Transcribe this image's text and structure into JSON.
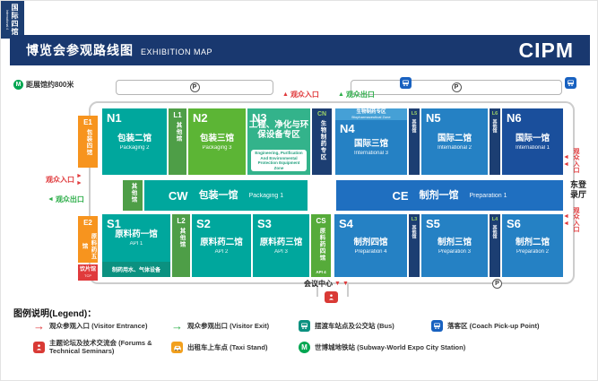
{
  "header": {
    "title_zh": "博览会参观路线图",
    "title_en": "EXHIBITION MAP",
    "logo": "CIPM"
  },
  "top": {
    "metro_note": "距展馆约800米"
  },
  "icons": {
    "parking": "P",
    "metro": "M"
  },
  "halls": {
    "E1": {
      "id": "E1",
      "zh": "包装四馆"
    },
    "E2": {
      "id": "E2",
      "zh": "原料药五馆"
    },
    "TCP": {
      "zh": "饮片馆",
      "en": "TCP"
    },
    "N1": {
      "id": "N1",
      "zh": "包装二馆",
      "en": "Packaging 2"
    },
    "L1": {
      "id": "L1",
      "zh": "其他馆"
    },
    "N2": {
      "id": "N2",
      "zh": "包装三馆",
      "en": "Packaging 3"
    },
    "N3": {
      "id": "N3",
      "zh": "工程、净化与环保设备专区",
      "en": "Engineering, Purification And Environmental Protection Equipment Zone"
    },
    "CN": {
      "id": "CN",
      "zh": "生物制药专区"
    },
    "N4": {
      "id": "N4",
      "zh": "国际三馆",
      "en": "International 3",
      "band_zh": "生物制药专区",
      "band_en": "Biopharmaceutical Zone"
    },
    "L5": {
      "id": "L5",
      "zh": "其他馆"
    },
    "N5": {
      "id": "N5",
      "zh": "国际二馆",
      "en": "International 2"
    },
    "L6": {
      "id": "L6",
      "zh": "其他馆"
    },
    "N6": {
      "id": "N6",
      "zh": "国际一馆",
      "en": "International 1"
    },
    "OW": {
      "zh": "其他馆"
    },
    "CW": {
      "id": "CW",
      "zh": "包装一馆",
      "en": "Packaging 1"
    },
    "I4": {
      "zh": "国际四馆",
      "en": "International 4"
    },
    "CE": {
      "id": "CE",
      "zh": "制剂一馆",
      "en": "Preparation 1"
    },
    "S1": {
      "id": "S1",
      "zh": "原料药一馆",
      "en": "API 1",
      "band_zh": "制药用水、气体设备"
    },
    "L2": {
      "id": "L2",
      "zh": "其他馆"
    },
    "S2": {
      "id": "S2",
      "zh": "原料药二馆",
      "en": "API 2"
    },
    "S3": {
      "id": "S3",
      "zh": "原料药三馆",
      "en": "API 3"
    },
    "CS": {
      "id": "CS",
      "zh": "原料药四馆",
      "en": "API 4"
    },
    "S4": {
      "id": "S4",
      "zh": "制剂四馆",
      "en": "Preparation 4"
    },
    "L3": {
      "id": "L3",
      "zh": "其他馆"
    },
    "S5": {
      "id": "S5",
      "zh": "制剂三馆",
      "en": "Preparation 3"
    },
    "L4": {
      "id": "L4",
      "zh": "其他馆"
    },
    "S6": {
      "id": "S6",
      "zh": "制剂二馆",
      "en": "Preparation 2"
    }
  },
  "markers": {
    "entrance": "观众入口",
    "exit": "观众出口",
    "east_hall": "东登录厅",
    "conference": "会议中心"
  },
  "legend": {
    "title": "图例说明(Legend)：",
    "items": [
      {
        "name": "visitor-entrance",
        "label": "观众参观入口 (Visitor Entrance)"
      },
      {
        "name": "visitor-exit",
        "label": "观众参观出口 (Visitor Exit)"
      },
      {
        "name": "bus",
        "label": "摆渡车站点及公交站 (Bus)"
      },
      {
        "name": "coach-pickup",
        "label": "落客区 (Coach Pick-up Point)"
      },
      {
        "name": "forums",
        "label": "主题论坛及技术交流会 (Forums & Technical Seminars)"
      },
      {
        "name": "taxi",
        "label": "出租车上车点 (Taxi Stand)"
      },
      {
        "name": "subway",
        "label": "世博城地铁站 (Subway-World Expo City Station)"
      }
    ]
  },
  "colors": {
    "header_navy": "#19386f",
    "teal": "#00a79d",
    "green": "#5cb535",
    "strip_green": "#4e9e47",
    "navy": "#1c3e72",
    "blue": "#2581c4",
    "dark_blue": "#1a4f9c",
    "orange": "#f7941e",
    "red": "#e03a3c",
    "exit_green": "#2eae4a",
    "coach_blue": "#1861c0",
    "metro_green": "#00a651"
  }
}
